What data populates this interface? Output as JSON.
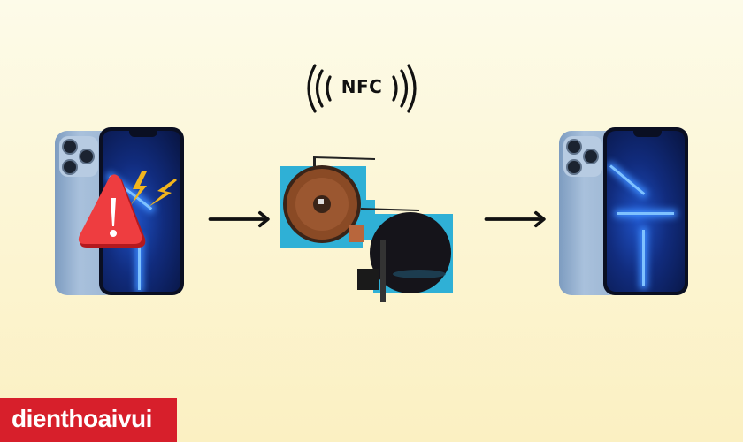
{
  "nfc_label": "NFC",
  "brand": {
    "name": "dienthoaivui",
    "color": "#d71f2b"
  },
  "scene": {
    "left_phone": {
      "state": "broken",
      "badge": "warning-triangle",
      "badge_color": "#e8363b",
      "bolt_color": "#f2b51c"
    },
    "middle": {
      "component": "nfc-wireless-charging-coil-modules",
      "count": 2
    },
    "right_phone": {
      "state": "repaired"
    }
  },
  "colors": {
    "background_top": "#fdfbe9",
    "background_bottom": "#fbf0c2",
    "arrow": "#111111",
    "flex_cable": "#2fb0d6",
    "coil": "#8a4a25"
  }
}
